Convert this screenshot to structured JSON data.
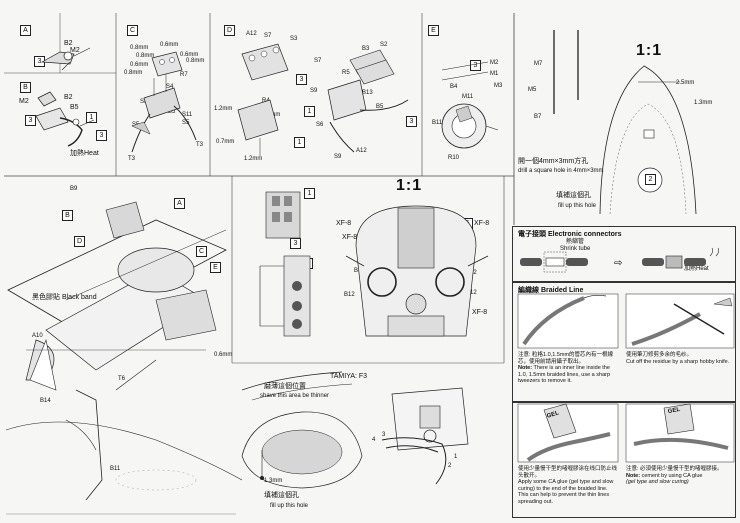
{
  "step_A": {
    "letter": "A",
    "parts": [
      "B2",
      "M2"
    ],
    "num": "3"
  },
  "step_B": {
    "letter": "B",
    "parts": [
      "M2",
      "B2",
      "B5"
    ],
    "nums": [
      "1",
      "3",
      "3"
    ],
    "heat": "加熱Heat"
  },
  "step_C": {
    "letter": "C",
    "dims": [
      "0.8mm",
      "0.6mm",
      "0.6mm",
      "0.8mm",
      "0.6mm",
      "0.8mm",
      "0.8mm"
    ],
    "parts": [
      "R7",
      "S8",
      "S4",
      "S5",
      "B5",
      "S11",
      "S5",
      "T3",
      "T3"
    ]
  },
  "step_D": {
    "letter": "D",
    "parts": [
      "A12",
      "S7",
      "S3",
      "S7",
      "B3",
      "S2",
      "R4",
      "R5",
      "B13",
      "S9",
      "S6",
      "S9",
      "A12",
      "B5",
      "S3"
    ],
    "dims": [
      "1.2mm",
      "0.8mm",
      "0.7mm",
      "1.2mm"
    ],
    "nums": [
      "3",
      "1",
      "3",
      "1"
    ]
  },
  "step_E": {
    "letter": "E",
    "parts": [
      "M2",
      "M1",
      "M3",
      "B4",
      "M11",
      "B11",
      "R10"
    ],
    "num": "3"
  },
  "scale_top": {
    "label": "1:1",
    "parts": [
      "M7",
      "M5",
      "B7"
    ],
    "dims": [
      "2.5mm",
      "1.3mm"
    ],
    "note_cn": "開一個4mm×3mm方孔",
    "note_en": "drill a square hole in 4mm×3mm",
    "fill_cn": "填補這個孔",
    "fill_en": "fill up this hole"
  },
  "main_assembly": {
    "parts": [
      "B9",
      "A",
      "B",
      "C",
      "E",
      "D",
      "T6",
      "A10",
      "B14",
      "B11"
    ],
    "band_cn": "黑色膠貼",
    "band_en": "Black band",
    "dim": "0.6mm"
  },
  "scale_mid": {
    "label": "1:1",
    "xf": [
      "XF-8",
      "XF-8",
      "XF-8"
    ],
    "parts": [
      "B12",
      "B12",
      "B12",
      "B12"
    ],
    "nums": [
      "2",
      "1",
      "3",
      "2",
      "5",
      "5"
    ]
  },
  "shave": {
    "tamiya": "TAMIYA: F3",
    "cn": "磨薄這個位置",
    "en": "shave this area be thinner",
    "fill_cn": "填補這個孔",
    "fill_en": "fill up this hole",
    "dim": "1.3mm"
  },
  "bottom_detail": {
    "nums": [
      "4",
      "3",
      "1",
      "2"
    ]
  },
  "electronic": {
    "title_cn": "電子接頭",
    "title_en": "Electronic connectors",
    "tube_cn": "熱縮管",
    "tube_en": "Shrink tube",
    "heat": "加熱Heat"
  },
  "braided": {
    "title_cn": "編織線",
    "title_en": "Braided Line",
    "note1_cn": "注意: 粒格1.0,1.5mm的管芯內有一根線芯，使用前請用鑷子取出。",
    "note1_en_bold": "Note:",
    "note1_en": " There is an inner line inside the 1.0, 1.5mm braided lines, use a sharp tweezers to remove it.",
    "note2_cn": "使用筆刀修剪多余的毛纱。",
    "note2_en": "Cut off the residue by a sharp hobby knife."
  },
  "glue": {
    "gel1": "GEL",
    "gel2": "GEL",
    "note3_cn": "使用少量慢干型的啫喱膠涂在线口防止线头散开。",
    "note3_en": "Apply some CA glue (gel type and slow curing) to the end of the braided line. This can help to prevent the thin lines spreading out.",
    "note4_cn": "注意: 必須使用少量慢干型的啫喱膠接。",
    "note4_en_bold": "Note:",
    "note4_en": " cement by using CA glue",
    "note4_en2": "(gel type and slow curing)"
  }
}
